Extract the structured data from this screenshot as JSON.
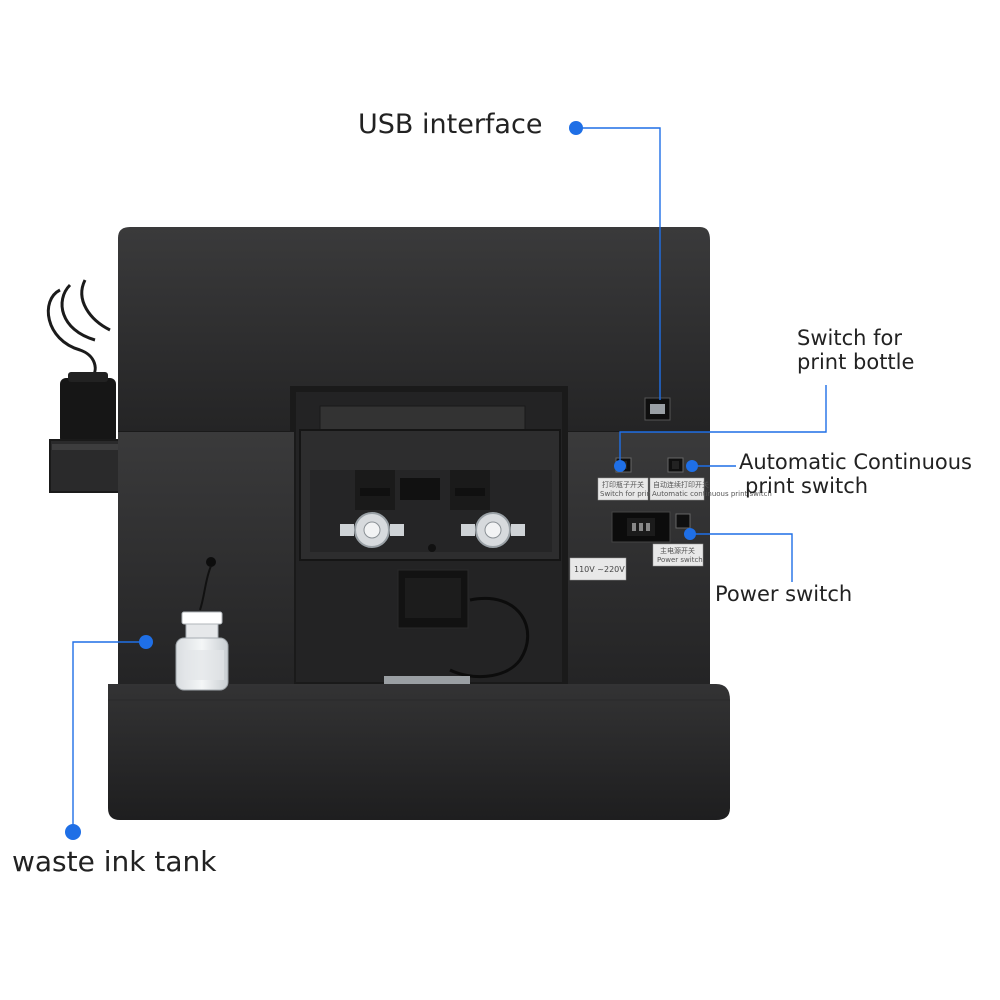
{
  "colors": {
    "accent": "#1f6fe6",
    "printer_body": "#2b2b2c",
    "label_text": "#222222"
  },
  "callouts": {
    "usb": "USB interface",
    "bottle_switch": [
      "Switch for",
      "print bottle"
    ],
    "auto_switch": [
      "Automatic Continuous",
      "print switch"
    ],
    "power_switch": "Power switch",
    "waste_tank": "waste ink tank"
  },
  "panel": {
    "sticker_bottle_cn": "打印瓶子开关",
    "sticker_bottle_en": "Switch for printing bottle",
    "sticker_auto_cn": "自动连续打印开关",
    "sticker_auto_en": "Automatic continuous print switch",
    "sticker_power_cn": "主电源开关",
    "sticker_power_en": "Power switch",
    "voltage": "110V ~220V"
  }
}
